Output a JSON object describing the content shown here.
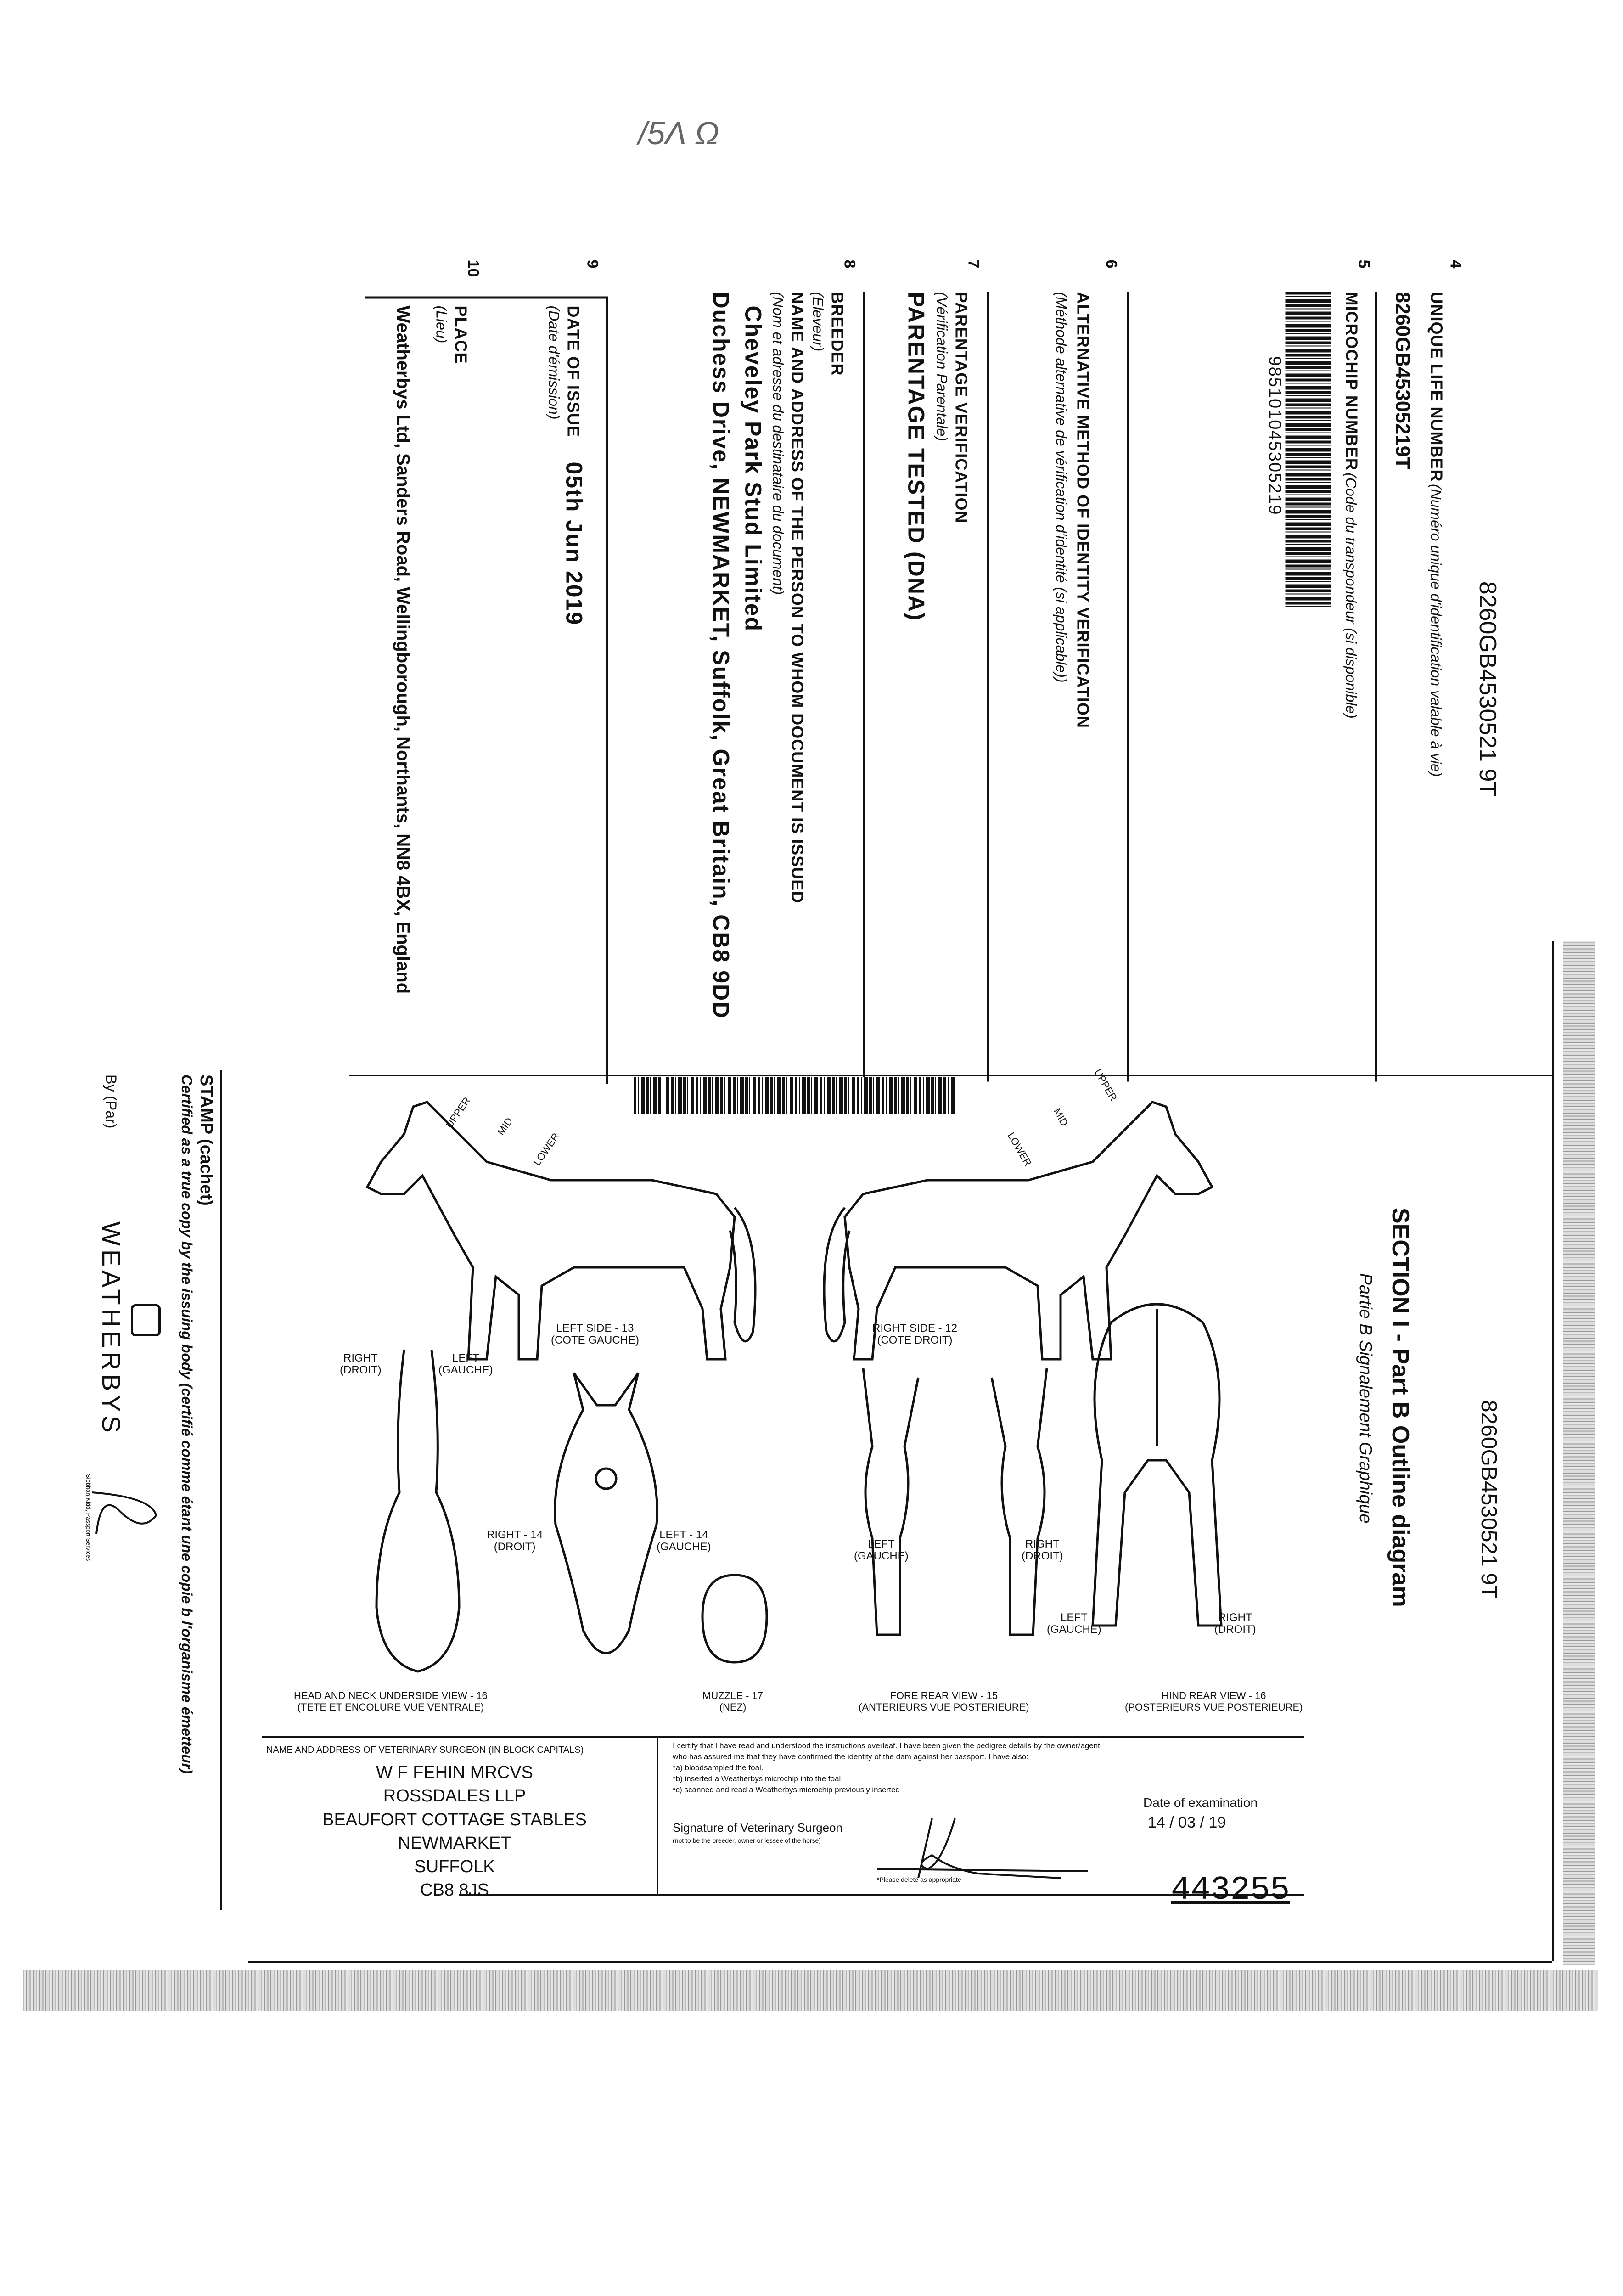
{
  "handwritten_mark": "/5Λ Ω",
  "identity_document": {
    "ulnr_header_value": "8260GB4530521 9T",
    "section_4": {
      "number": "4",
      "label": "UNIQUE LIFE NUMBER",
      "label_fr": "(Numéro unique d'identification valable à vie)",
      "value": "8260GB45305219T"
    },
    "section_5": {
      "number": "5",
      "label": "MICROCHIP NUMBER",
      "label_fr": "(Code du transpondeur (si disponible)",
      "value": "985101045305219"
    },
    "section_6": {
      "number": "6",
      "label": "ALTERNATIVE METHOD OF IDENTITY VERIFICATION",
      "label_fr": "(Méthode alternative de vérification d'identité (si applicable))"
    },
    "section_7": {
      "number": "7",
      "label": "PARENTAGE VERIFICATION",
      "label_fr": "(Vérification Parentale)",
      "value": "PARENTAGE TESTED (DNA)"
    },
    "section_8": {
      "number": "8",
      "label": "BREEDER",
      "label_fr": "(Eleveur)",
      "addressee_label": "NAME AND ADDRESS OF THE PERSON TO WHOM DOCUMENT IS ISSUED",
      "addressee_label_fr": "(Nom et adresse du destinataire du document)",
      "name": "Cheveley Park Stud Limited",
      "address": "Duchess Drive, NEWMARKET, Suffolk, Great Britain, CB8 9DD"
    },
    "section_9": {
      "number": "9",
      "label": "DATE OF ISSUE",
      "label_fr": "(Date d'émission)",
      "value": "05th Jun 2019"
    },
    "section_10": {
      "number": "10",
      "label": "PLACE",
      "label_fr": "(Lieu)",
      "value": "Weatherbys Ltd, Sanders Road, Wellingborough, Northants, NN8 4BX, England"
    }
  },
  "stamp": {
    "label": "STAMP (cachet)",
    "certified_text": "Certified as a true copy by the issuing body (certifié comme étant une copie b l'organisme émetteur)",
    "by_label": "By (Par)",
    "logo_text": "WEATHERBYS",
    "signatory_caption": "Siobhan Kidd, Passport Services"
  },
  "outline_diagram": {
    "ulnr_value": "8260GB4530521 9T",
    "title": "SECTION I - Part B Outline diagram",
    "subtitle": "Partie B Signalement Graphique",
    "neck_labels": {
      "upper": "UPPER",
      "mid": "MID",
      "lower": "LOWER"
    },
    "views": {
      "left_side": [
        "LEFT SIDE - 13",
        "(COTE GAUCHE)"
      ],
      "right_side": [
        "RIGHT SIDE - 12",
        "(COTE DROIT)"
      ],
      "underside_right": [
        "RIGHT",
        "(DROIT)"
      ],
      "underside_left": [
        "LEFT",
        "(GAUCHE)"
      ],
      "head_right": [
        "RIGHT - 14",
        "(DROIT)"
      ],
      "head_left": [
        "LEFT - 14",
        "(GAUCHE)"
      ],
      "fore_left": [
        "LEFT",
        "(GAUCHE)"
      ],
      "fore_right": [
        "RIGHT",
        "(DROIT)"
      ],
      "hind_left": [
        "LEFT",
        "(GAUCHE)"
      ],
      "hind_right": [
        "RIGHT",
        "(DROIT)"
      ]
    },
    "captions": {
      "head_neck": [
        "HEAD AND NECK UNDERSIDE VIEW - 16",
        "(TETE ET ENCOLURE VUE VENTRALE)"
      ],
      "muzzle": [
        "MUZZLE - 17",
        "(NEZ)"
      ],
      "fore_rear": [
        "FORE REAR VIEW - 15",
        "(ANTERIEURS VUE POSTERIEURE)"
      ],
      "hind_rear": [
        "HIND REAR VIEW - 16",
        "(POSTERIEURS VUE POSTERIEURE)"
      ]
    }
  },
  "vet_section": {
    "name_label": "NAME AND ADDRESS OF VETERINARY SURGEON (IN BLOCK CAPITALS)",
    "address_lines": [
      "W F FEHIN MRCVS",
      "ROSSDALES LLP",
      "BEAUFORT COTTAGE STABLES",
      "NEWMARKET",
      "SUFFOLK",
      "CB8 8JS"
    ],
    "certification_lines": [
      "I certify that I have read and understood the instructions overleaf. I have been given the pedigree details by the owner/agent",
      "who has assured me that they have confirmed the identity of the dam against her passport. I have also:",
      "*a) bloodsampled the foal.",
      "*b) inserted a Weatherbys microchip into the foal.",
      "*c) scanned and read a Weatherbys microchip previously inserted"
    ],
    "signature_label": "Signature of Veterinary Surgeon",
    "signature_note": "(not to be the breeder, owner or lessee of the horse)",
    "delete_note": "*Please delete as appropriate",
    "exam_date_label": "Date of examination",
    "exam_date": "14 / 03 / 19",
    "serial_number": "443255"
  }
}
